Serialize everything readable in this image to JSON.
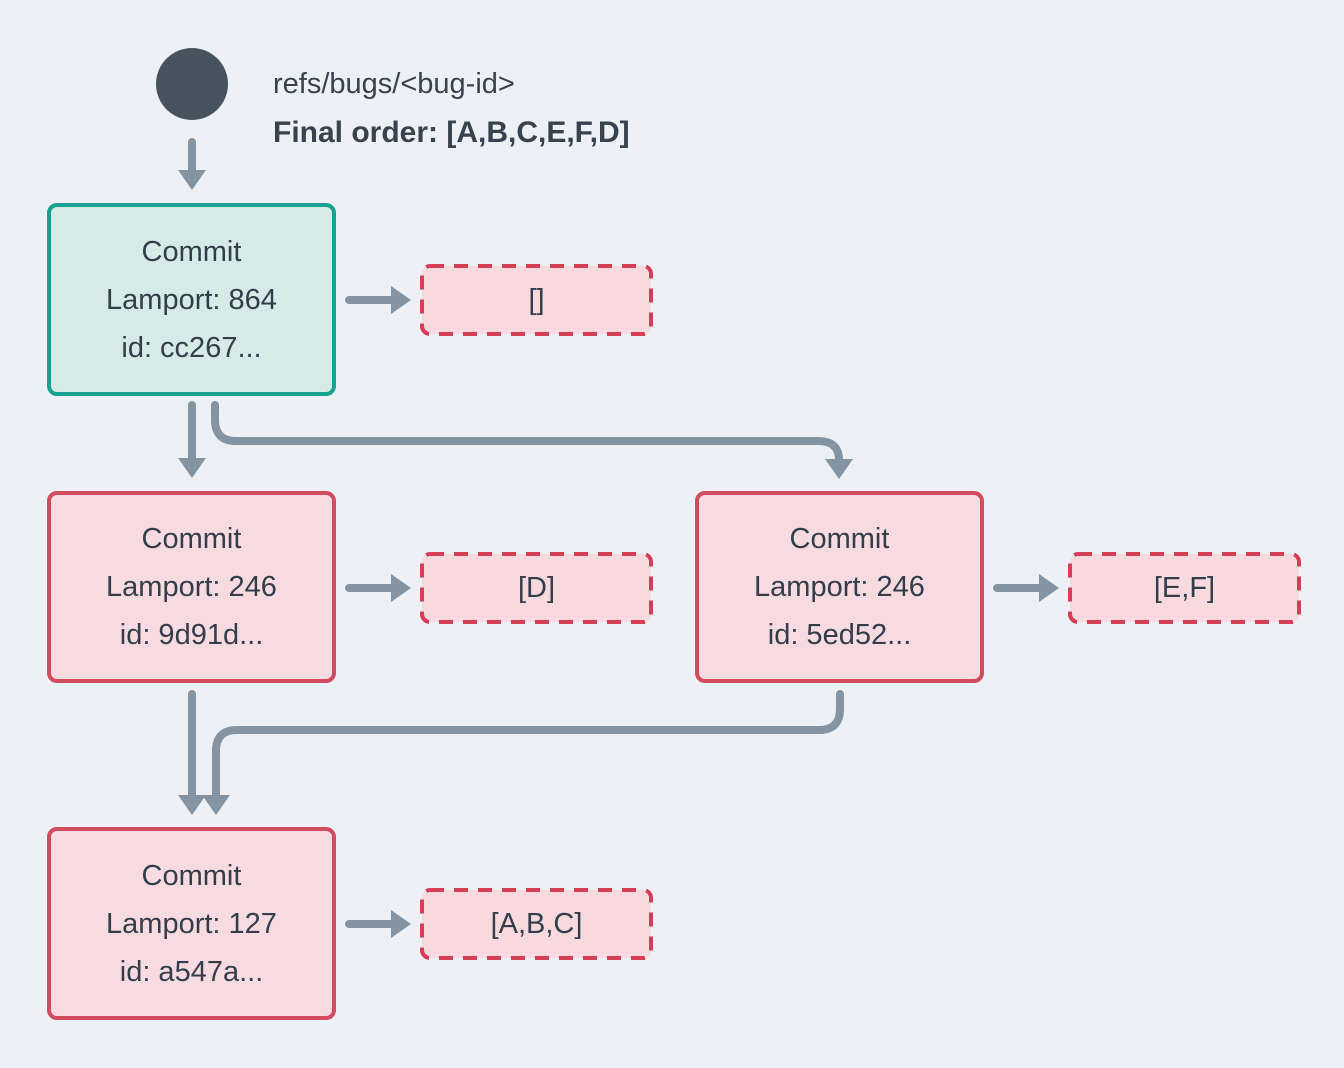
{
  "colors": {
    "background": "#edf1f5",
    "ref_circle": "#47545f",
    "arrow": "#8494a2",
    "ink": "#333e4a",
    "commit_border_teal": "#19a290",
    "commit_fill_teal": "#d4ebe7",
    "commit_border_red": "#d24b60",
    "commit_fill_pink": "#f8dbe0",
    "ops_border_red": "#d63e57",
    "ops_fill_pink": "#f8d9de"
  },
  "header": {
    "ref_name": "refs/bugs/<bug-id>",
    "final_order": "Final order: [A,B,C,E,F,D]"
  },
  "nodes": {
    "head": {
      "title": "Commit",
      "lamport": "Lamport: 864",
      "commit_id": "id: cc267...",
      "ops": "[]"
    },
    "left": {
      "title": "Commit",
      "lamport": "Lamport: 246",
      "commit_id": "id: 9d91d...",
      "ops": "[D]"
    },
    "right": {
      "title": "Commit",
      "lamport": "Lamport: 246",
      "commit_id": "id: 5ed52...",
      "ops": "[E,F]"
    },
    "merge": {
      "title": "Commit",
      "lamport": "Lamport: 127",
      "commit_id": "id: a547a...",
      "ops": "[A,B,C]"
    }
  }
}
